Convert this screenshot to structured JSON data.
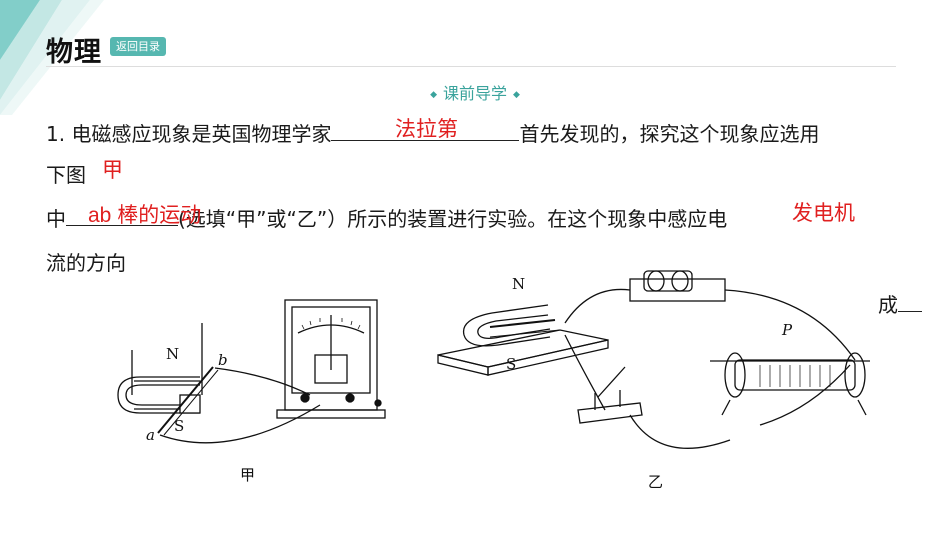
{
  "header": {
    "subject": "物理",
    "back_label": "返回目录",
    "section": "课前导学",
    "accent_color": "#56b7b0"
  },
  "question": {
    "line1_prefix": "1. 电磁感应现象是英国物理学家",
    "line1_suffix": "首先发现的，探究这个现象应选用",
    "line2": "下图",
    "line3_prefix": "中",
    "line3_suffix": "(选填“甲”或“乙”）所示的装置进行实验。在这个现象中感应电",
    "line4": "流的方向",
    "tail": "成",
    "answers": {
      "scientist": "法拉第",
      "apparatus": "甲",
      "factor": "ab 棒的运动",
      "application": "发电机"
    }
  },
  "figure_jia": {
    "caption": "甲",
    "labels": {
      "north": "N",
      "south": "S",
      "point_a": "a",
      "point_b": "b"
    }
  },
  "figure_yi": {
    "caption": "乙",
    "labels": {
      "north": "N",
      "south": "S",
      "point_p": "P"
    }
  }
}
